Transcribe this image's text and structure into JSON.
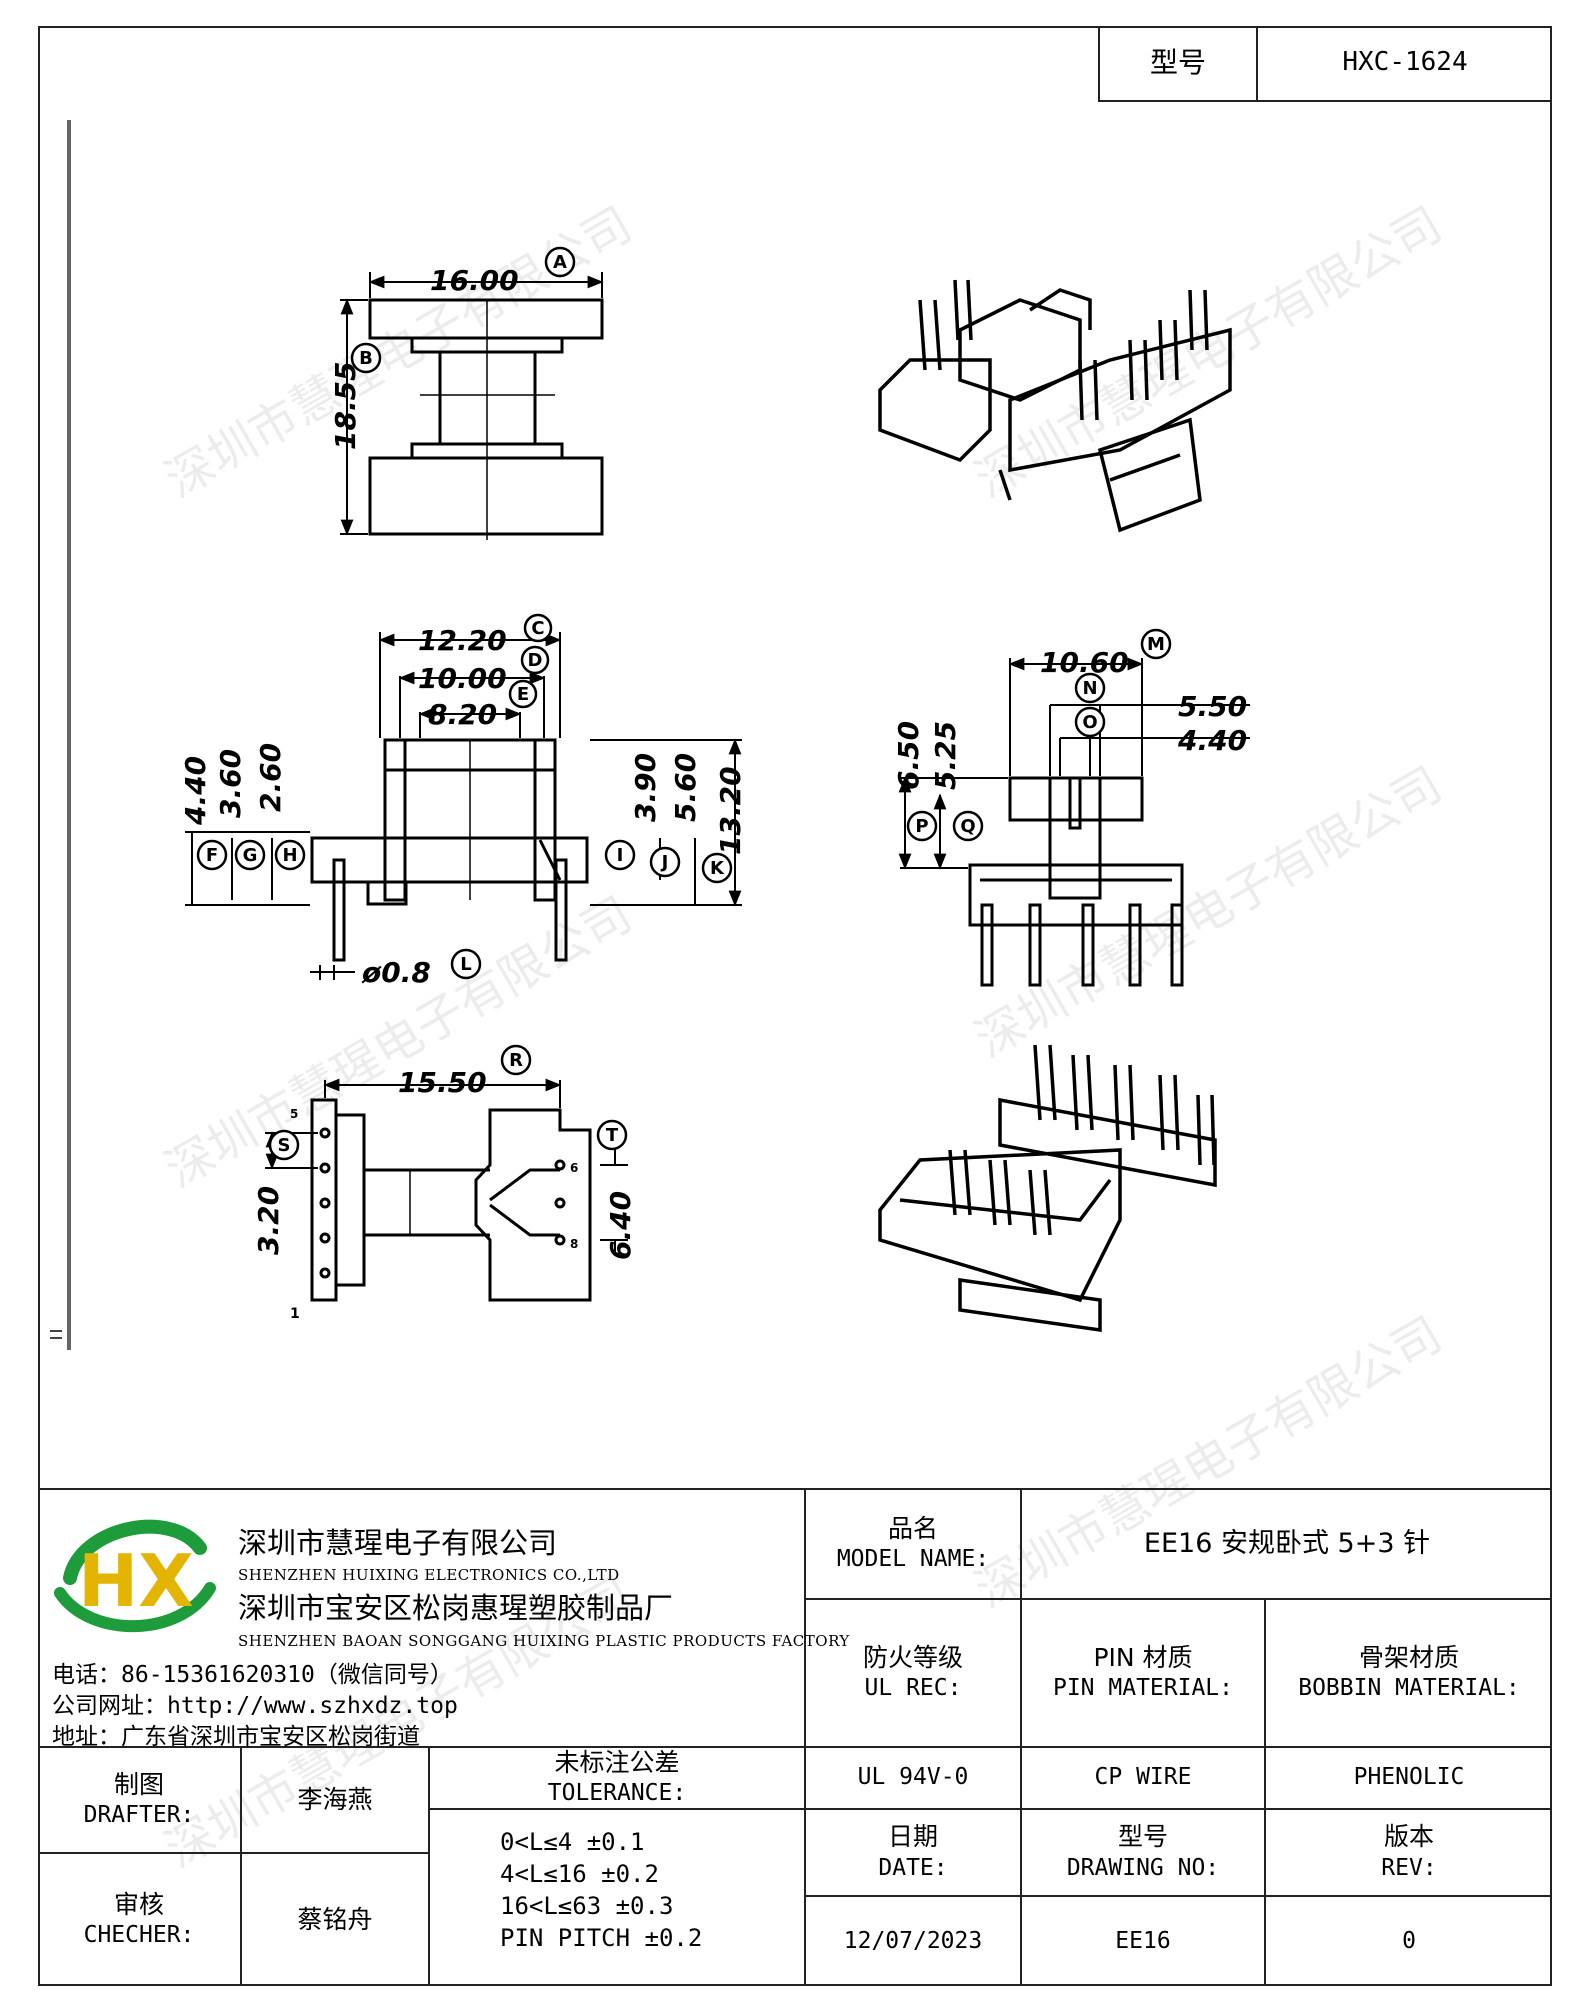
{
  "header": {
    "model_label": "型号",
    "model_value": "HXC-1624"
  },
  "watermark": "深圳市慧瑆电子有限公司",
  "drawing": {
    "dims": {
      "A": "16.00",
      "B": "18.55",
      "C": "12.20",
      "D": "10.00",
      "E": "8.20",
      "F": "4.40",
      "G": "3.60",
      "H": "2.60",
      "I": "3.90",
      "J": "5.60",
      "K": "13.20",
      "L": "ø0.8",
      "M": "10.60",
      "N": "5.50",
      "O": "4.40",
      "P": "6.50",
      "Q": "5.25",
      "R": "15.50",
      "S": "3.20",
      "T": "6.40"
    },
    "letters": [
      "A",
      "B",
      "C",
      "D",
      "E",
      "F",
      "G",
      "H",
      "I",
      "J",
      "K",
      "L",
      "M",
      "N",
      "O",
      "P",
      "Q",
      "R",
      "S",
      "T"
    ],
    "pin_labels": {
      "top": "5",
      "bottom": "1",
      "right_top": "6",
      "right_bottom": "8"
    }
  },
  "company": {
    "logo_text": "HX",
    "name_cn": "深圳市慧瑆电子有限公司",
    "name_en": "SHENZHEN HUIXING ELECTRONICS CO.,LTD",
    "factory_cn": "深圳市宝安区松岗惠瑆塑胶制品厂",
    "factory_en": "SHENZHEN BAOAN SONGGANG HUIXING PLASTIC PRODUCTS FACTORY",
    "phone": "电话：86-15361620310（微信同号）",
    "website": "公司网址：http://www.szhxdz.top",
    "address": "地址：广东省深圳市宝安区松岗街道"
  },
  "title_block": {
    "model_name_cn": "品名",
    "model_name_en": "MODEL NAME:",
    "model_name_value": "EE16 安规卧式 5+3 针",
    "ul_cn": "防火等级",
    "ul_en": "UL REC:",
    "pin_mat_cn": "PIN 材质",
    "pin_mat_en": "PIN MATERIAL:",
    "bobbin_cn": "骨架材质",
    "bobbin_en": "BOBBIN MATERIAL:",
    "ul_value": "UL 94V-0",
    "pin_value": "CP WIRE",
    "bobbin_value": "PHENOLIC",
    "date_cn": "日期",
    "date_en": "DATE:",
    "drawing_no_cn": "型号",
    "drawing_no_en": "DRAWING NO:",
    "rev_cn": "版本",
    "rev_en": "REV:",
    "date_value": "12/07/2023",
    "drawing_no_value": "EE16",
    "rev_value": "0",
    "drafter_cn": "制图",
    "drafter_en": "DRAFTER:",
    "drafter_name": "李海燕",
    "checker_cn": "审核",
    "checker_en": "CHECHER:",
    "checker_name": "蔡铭舟",
    "tolerance_cn": "未标注公差",
    "tolerance_en": "TOLERANCE:",
    "tolerances": [
      "0<L≤4  ±0.1",
      "4<L≤16 ±0.2",
      "16<L≤63 ±0.3",
      "PIN PITCH ±0.2"
    ]
  }
}
